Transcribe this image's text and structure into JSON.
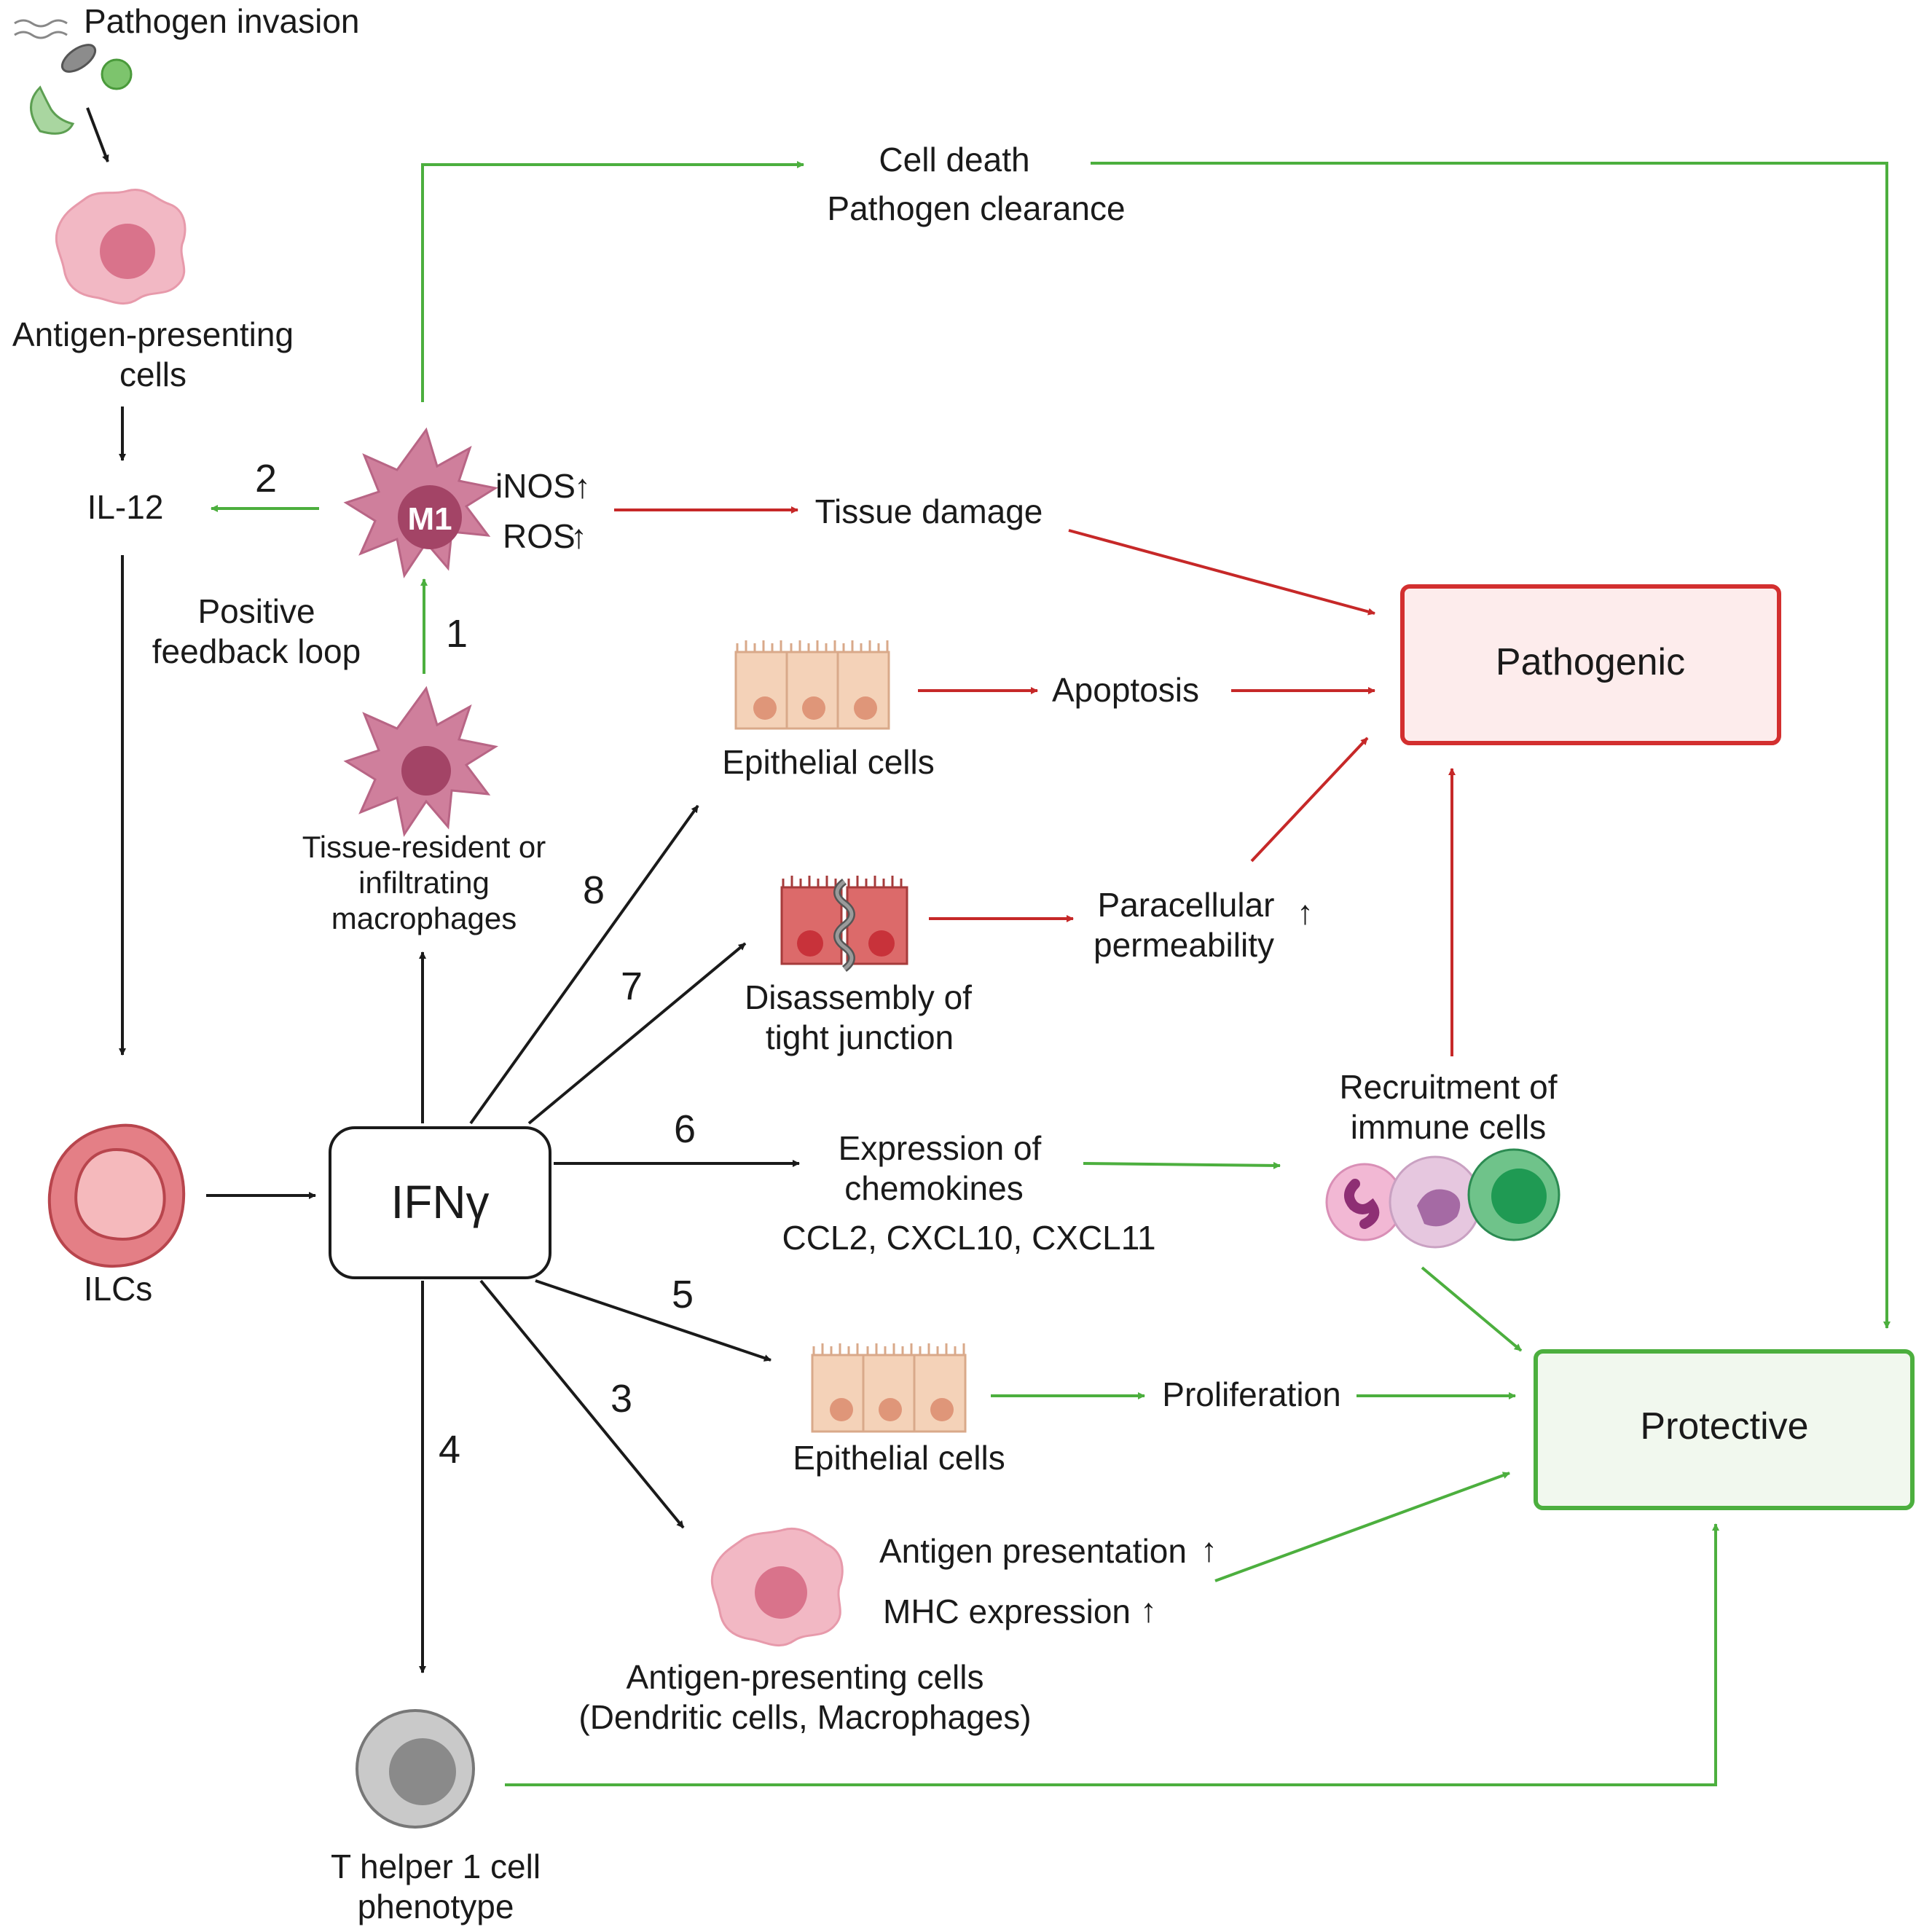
{
  "labels": {
    "pathogen_invasion": "Pathogen invasion",
    "apc_top_l1": "Antigen-presenting",
    "apc_top_l2": "cells",
    "il12": "IL-12",
    "positive_feedback_l1": "Positive",
    "positive_feedback_l2": "feedback loop",
    "m1": "M1",
    "inos": "iNOS",
    "ros": "ROS",
    "tissue_resident_l1": "Tissue-resident or",
    "tissue_resident_l2": "infiltrating",
    "tissue_resident_l3": "macrophages",
    "ilcs": "ILCs",
    "ifng": "IFNγ",
    "cell_death": "Cell death",
    "pathogen_clearance": "Pathogen clearance",
    "tissue_damage": "Tissue damage",
    "epithelial_top": "Epithelial cells",
    "apoptosis": "Apoptosis",
    "tight_junction_l1": "Disassembly of",
    "tight_junction_l2": "tight junction",
    "paracellular_l1": "Paracellular",
    "paracellular_l2": "permeability",
    "chemokines_l1": "Expression of",
    "chemokines_l2": "chemokines",
    "chemokines_l3": "CCL2, CXCL10, CXCL11",
    "recruitment_l1": "Recruitment of",
    "recruitment_l2": "immune cells",
    "epithelial_bottom": "Epithelial cells",
    "proliferation": "Proliferation",
    "antigen_presentation": "Antigen presentation",
    "mhc_expression": "MHC expression",
    "apc_bottom_l1": "Antigen-presenting cells",
    "apc_bottom_l2": "(Dendritic cells, Macrophages)",
    "th1_l1": "T  helper 1 cell",
    "th1_l2": "phenotype",
    "pathogenic": "Pathogenic",
    "protective": "Protective"
  },
  "arrows_up_symbol": "↑",
  "numbers": {
    "n1": "1",
    "n2": "2",
    "n3": "3",
    "n4": "4",
    "n5": "5",
    "n6": "6",
    "n7": "7",
    "n8": "8"
  },
  "colors": {
    "black": "#1a1a1a",
    "red": "#c62828",
    "green": "#4caf3e",
    "pathogenic_fill": "#fdecec",
    "pathogenic_stroke": "#d32f2f",
    "protective_fill": "#f1f8ee",
    "protective_stroke": "#4caf3e",
    "cell_pink": "#f2b8c4",
    "cell_pink_nucleus": "#d9738b",
    "macrophage": "#cf7f9c",
    "macrophage_nucleus": "#a34466",
    "ilc_outer": "#e47f86",
    "ilc_inner": "#f5b9bc",
    "epithelial": "#f4d2b8",
    "epithelial_nucleus": "#df9679",
    "tj_fill": "#dc6a6a",
    "tj_nucleus": "#c8323a",
    "th1_outer": "#c9c9c9",
    "th1_nucleus": "#8a8a8a",
    "green_cell": "#6fc38a",
    "green_nucleus": "#1f9a53"
  }
}
